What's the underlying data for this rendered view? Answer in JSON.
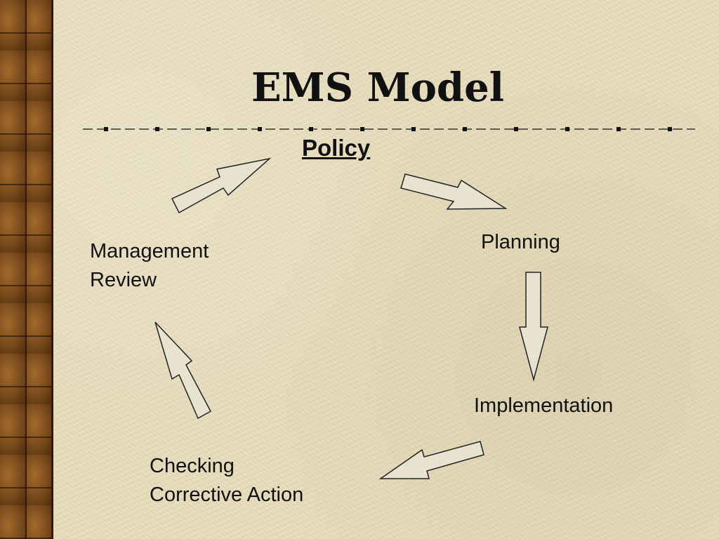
{
  "title": "EMS Model",
  "nodes": {
    "policy": "Policy",
    "planning": "Planning",
    "implementation": "Implementation",
    "checking_line1": "Checking",
    "checking_line2": "Corrective Action",
    "management_line1": "Management",
    "management_line2": "Review"
  },
  "colors": {
    "background": "#e6dcbb",
    "arrow_fill": "#e8e2d0",
    "text": "#111111"
  }
}
